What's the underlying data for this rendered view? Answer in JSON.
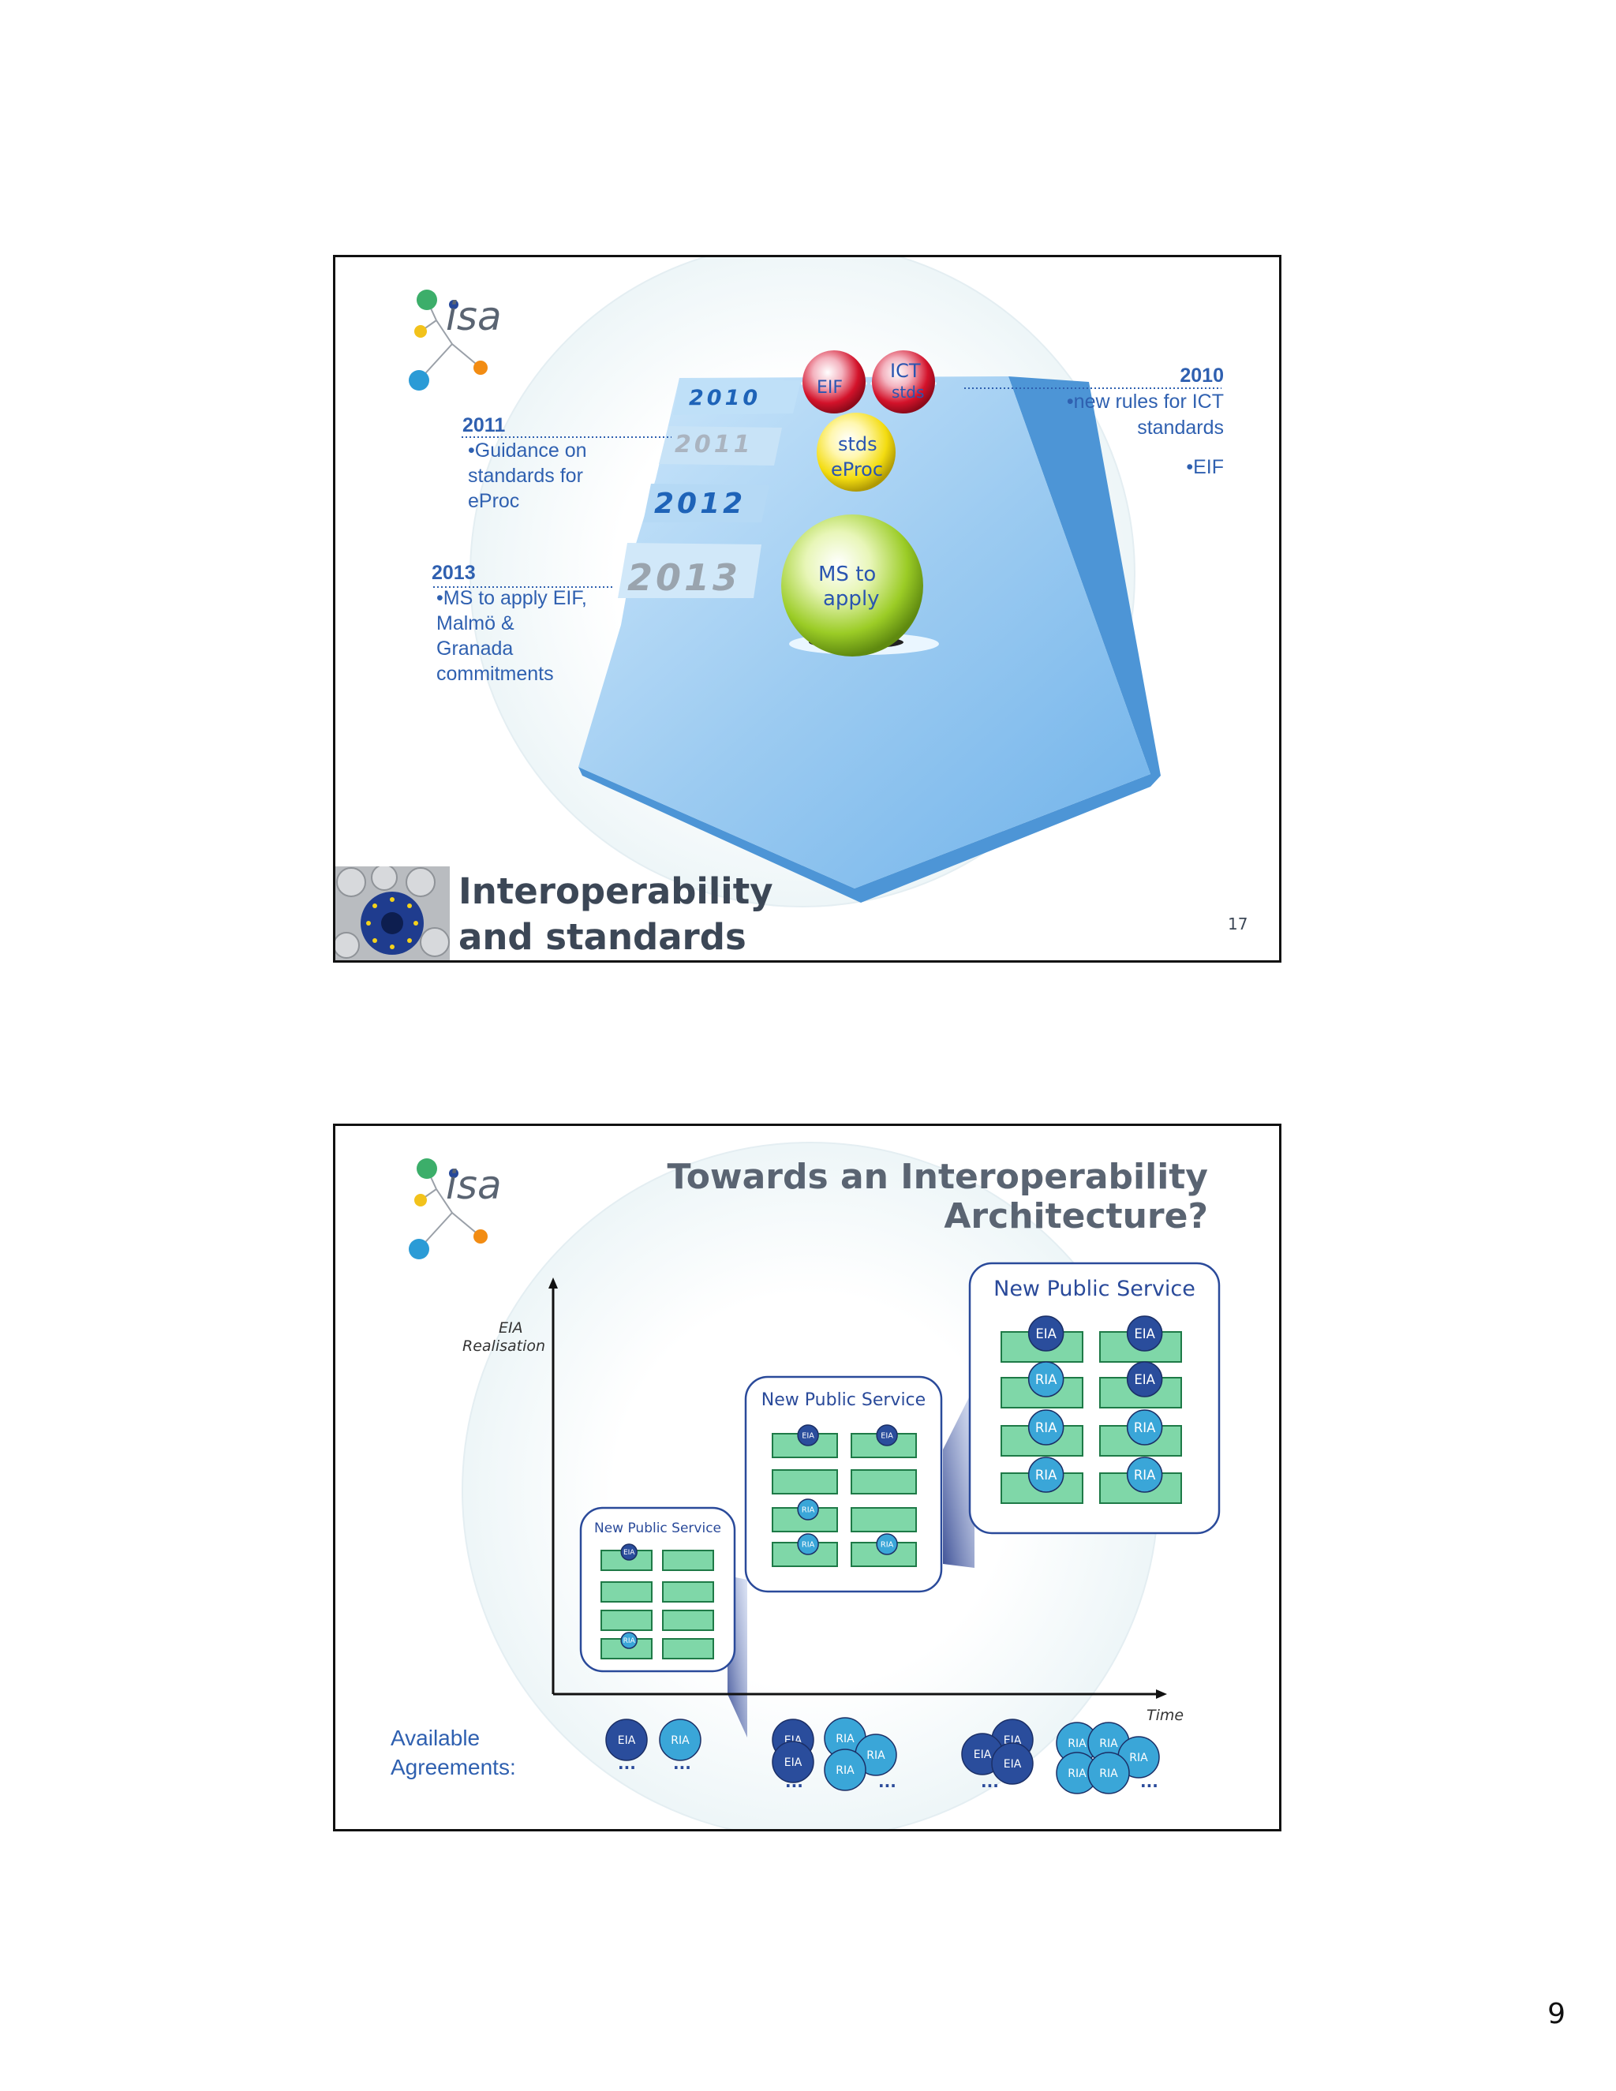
{
  "slide1": {
    "logo_text": "isa",
    "steps": [
      "2010",
      "2011",
      "2012",
      "2013"
    ],
    "balls": {
      "eif": "EIF",
      "ict": "ICT",
      "ict_sub": "stds",
      "stds": "stds",
      "eproc": "eProc",
      "ms_to": "MS to",
      "apply": "apply"
    },
    "callout_2010": {
      "year": "2010",
      "line1": "•new rules for ICT",
      "line2": "standards",
      "line3": "•EIF"
    },
    "callout_2011": {
      "year": "2011",
      "line1": "•Guidance on",
      "line2": "standards for",
      "line3": "eProc"
    },
    "callout_2013": {
      "year": "2013",
      "line1": "•MS to apply EIF,",
      "line2": "Malmö &",
      "line3": "Granada",
      "line4": "commitments"
    },
    "title_line1": "Interoperability",
    "title_line2": "and standards",
    "slide_number": "17"
  },
  "slide2": {
    "logo_text": "isa",
    "title_line1": "Towards an Interoperability",
    "title_line2": "Architecture?",
    "y_axis_line1": "EIA",
    "y_axis_line2": "Realisation",
    "x_axis_label": "Time",
    "box_title": "New Public Service",
    "available_line1": "Available",
    "available_line2": "Agreements:",
    "eia": "EIA",
    "ria": "RIA",
    "ellipsis": "..."
  },
  "page_number": "9",
  "colors": {
    "accent_blue": "#2f60b0",
    "slide_gray": "#5a6472",
    "eia_dark": "#2a4d9c",
    "ria_light": "#3aa6d8",
    "box_green": "#7fd7a8"
  }
}
